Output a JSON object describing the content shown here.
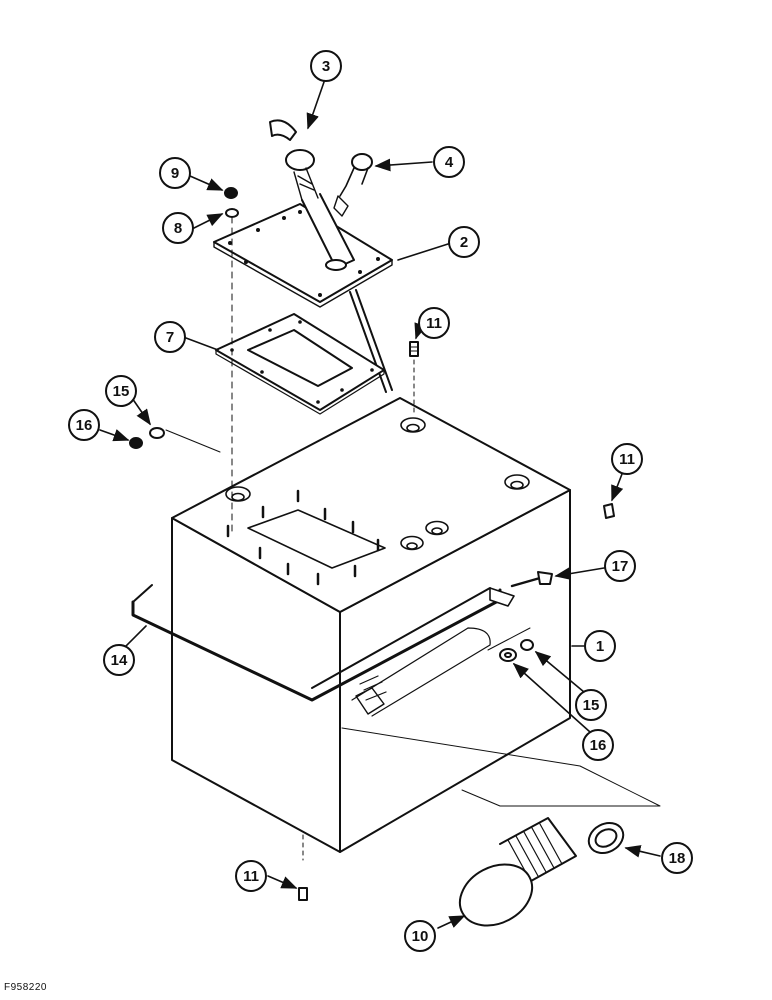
{
  "figure_id": "F958220",
  "callouts": [
    {
      "id": "c3",
      "label": "3"
    },
    {
      "id": "c4",
      "label": "4"
    },
    {
      "id": "c9",
      "label": "9"
    },
    {
      "id": "c8",
      "label": "8"
    },
    {
      "id": "c2",
      "label": "2"
    },
    {
      "id": "c7",
      "label": "7"
    },
    {
      "id": "c11a",
      "label": "11"
    },
    {
      "id": "c15a",
      "label": "15"
    },
    {
      "id": "c16a",
      "label": "16"
    },
    {
      "id": "c11b",
      "label": "11"
    },
    {
      "id": "c17",
      "label": "17"
    },
    {
      "id": "c1",
      "label": "1"
    },
    {
      "id": "c14",
      "label": "14"
    },
    {
      "id": "c15b",
      "label": "15"
    },
    {
      "id": "c16b",
      "label": "16"
    },
    {
      "id": "c18",
      "label": "18"
    },
    {
      "id": "c11c",
      "label": "11"
    },
    {
      "id": "c10",
      "label": "10"
    }
  ]
}
